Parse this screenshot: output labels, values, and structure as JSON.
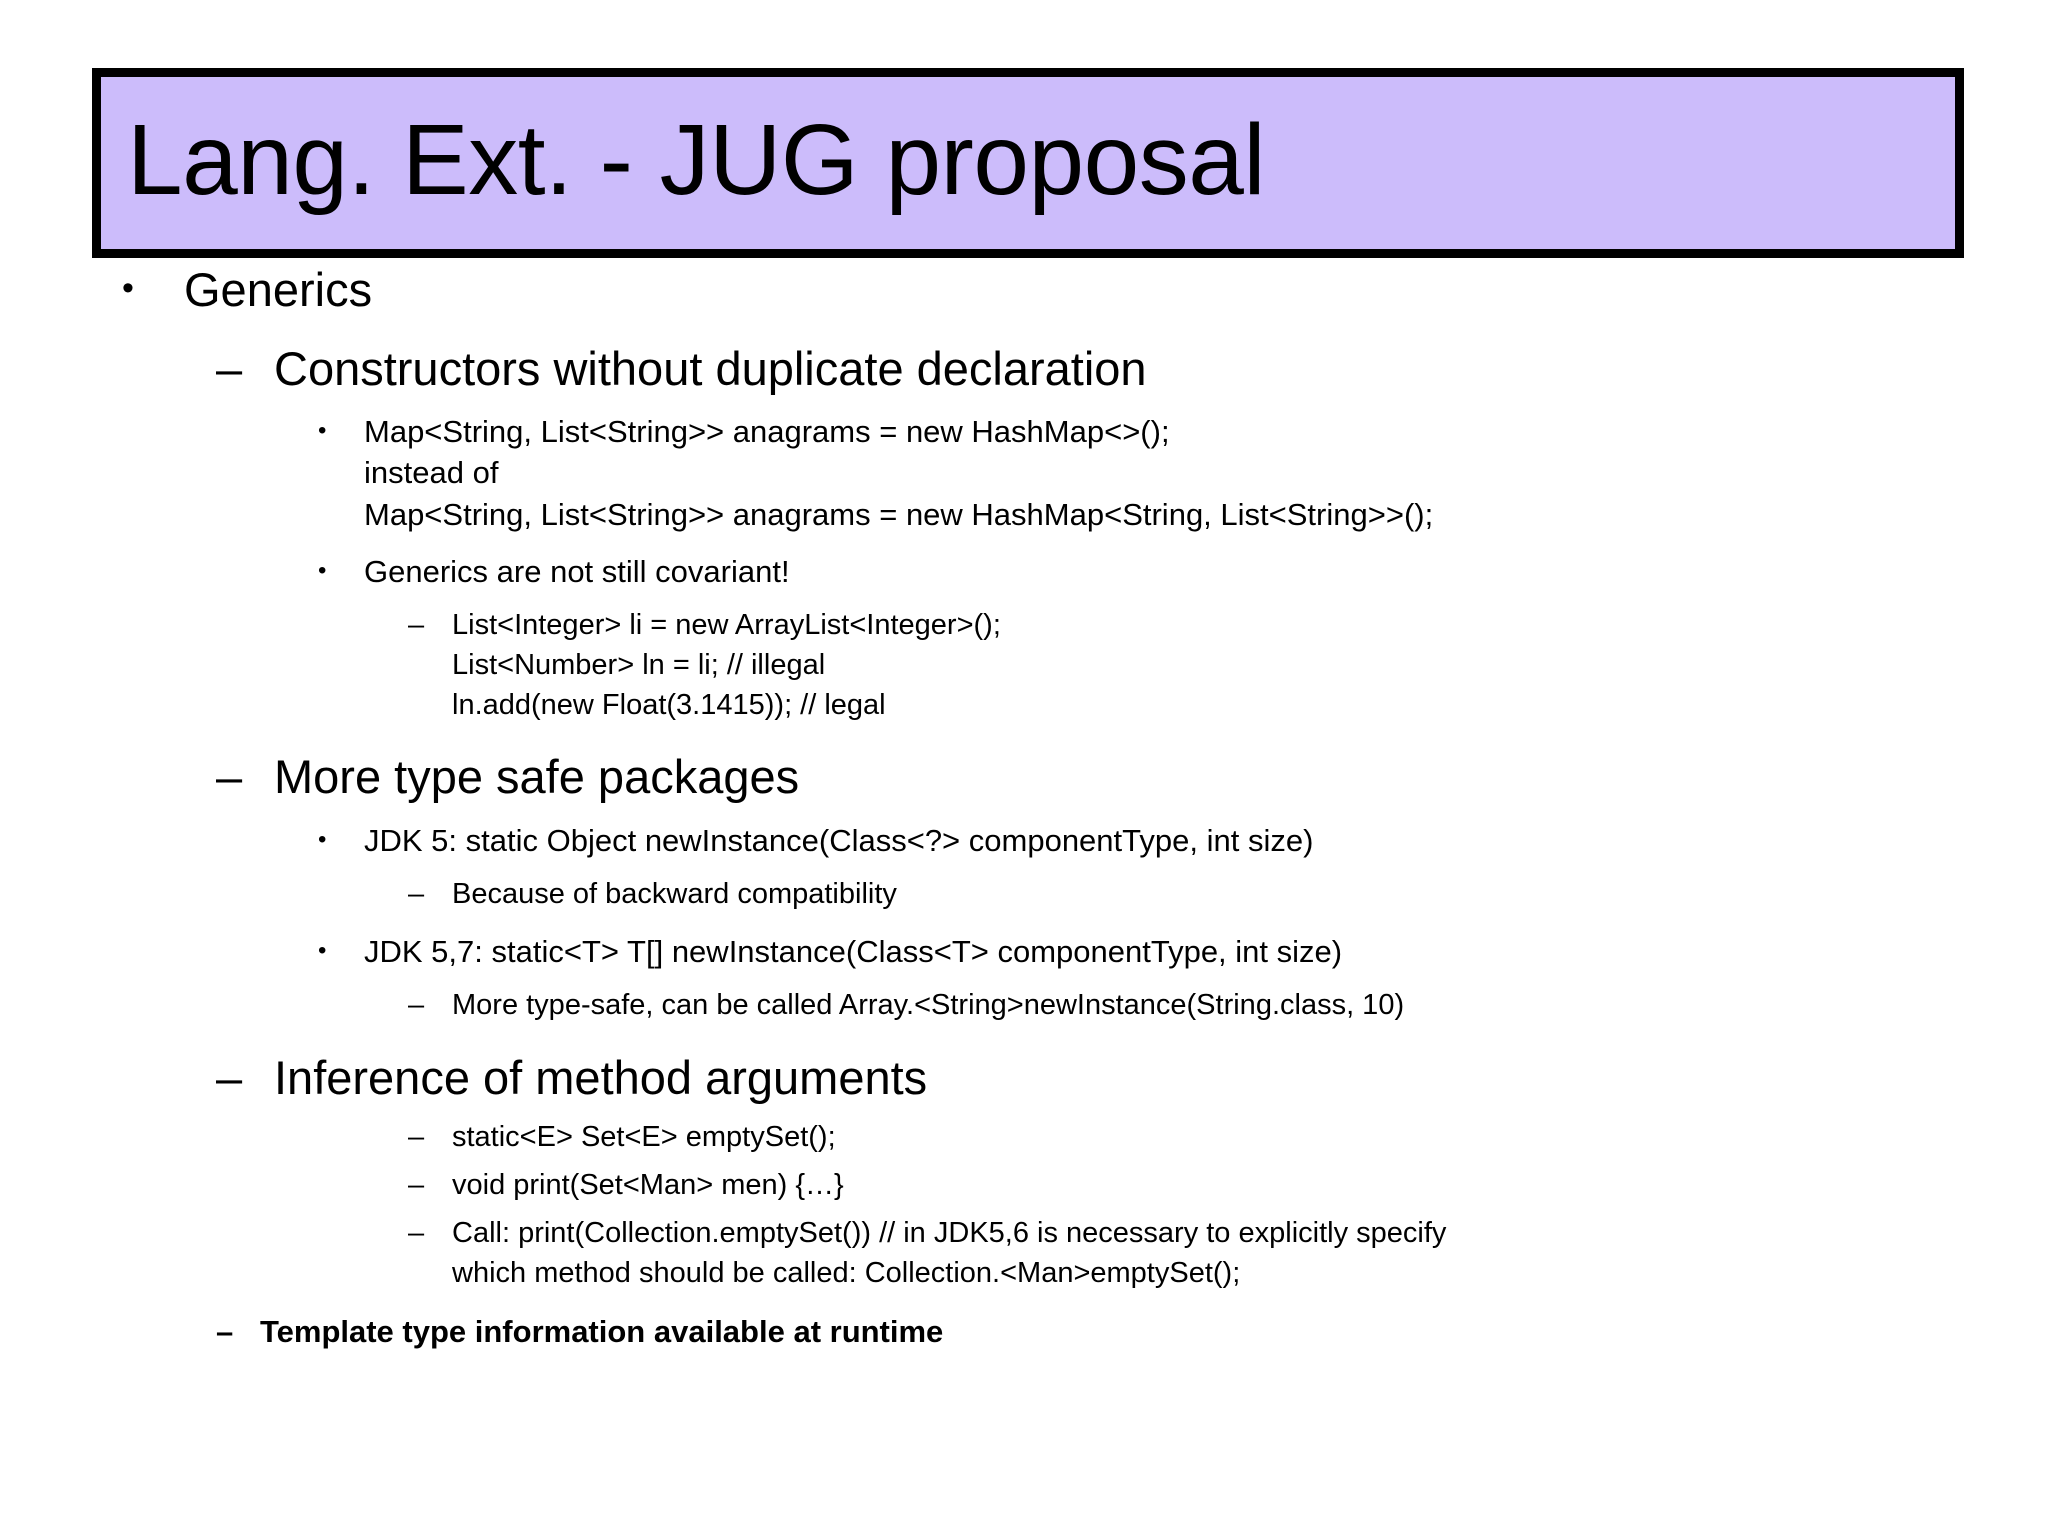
{
  "slide": {
    "title": "Lang. Ext. - JUG proposal",
    "title_bg_color": "#ccbcfb",
    "title_border_color": "#000000",
    "background_color": "#ffffff",
    "text_color": "#000000"
  },
  "markers": {
    "bullet": "•",
    "dash": "–"
  },
  "content": {
    "topic": "Generics",
    "section1": {
      "heading": "Constructors without duplicate declaration",
      "item1": "Map<String, List<String>> anagrams = new HashMap<>();\ninstead of\nMap<String, List<String>> anagrams = new HashMap<String, List<String>>();",
      "item2": "Generics are not still covariant!",
      "item2_sub": "List<Integer> li = new ArrayList<Integer>();\nList<Number> ln = li; // illegal\nln.add(new Float(3.1415)); // legal"
    },
    "section2": {
      "heading": "More type safe packages",
      "item1": "JDK 5: static Object newInstance(Class<?> componentType, int size)",
      "item1_sub": "Because of backward compatibility",
      "item2": "JDK 5,7: static<T> T[] newInstance(Class<T> componentType, int size)",
      "item2_sub": "More type-safe, can be called Array.<String>newInstance(String.class, 10)"
    },
    "section3": {
      "heading": "Inference of method arguments",
      "sub1": "static<E> Set<E> emptySet();",
      "sub2": "void print(Set<Man> men) {…}",
      "sub3": "Call: print(Collection.emptySet()) // in JDK5,6 is necessary to explicitly specify\nwhich method should be called: Collection.<Man>emptySet();"
    },
    "section4": {
      "heading": "Template type information available at runtime"
    }
  }
}
